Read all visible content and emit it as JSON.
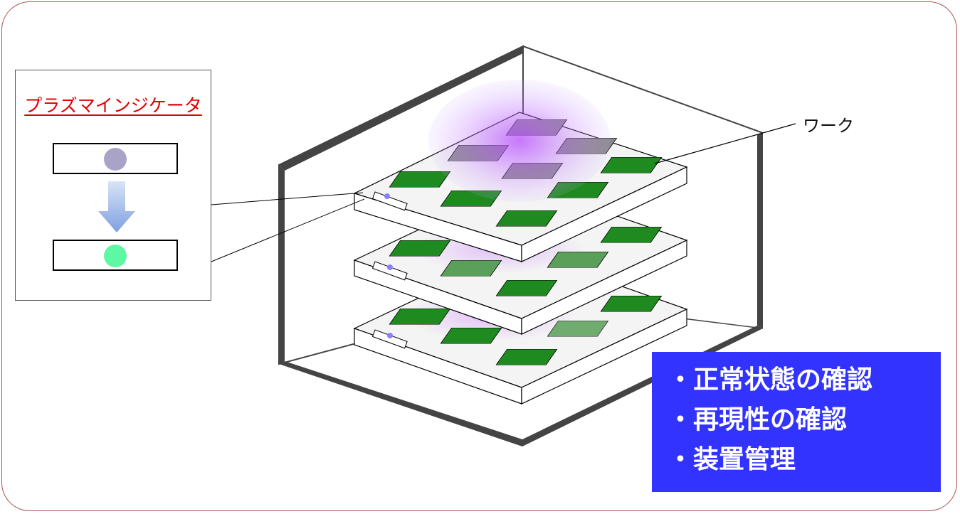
{
  "indicator": {
    "title": "プラズマインジケータ",
    "before_color": "#a9a3c8",
    "after_color": "#5ef7a4",
    "arrow_color": "#9ab4e6"
  },
  "diagram": {
    "work_label": "ワーク",
    "chamber_color": "#444444",
    "board_color": "#1f8a1f",
    "plasma_color": "#c060ff"
  },
  "notes": {
    "items": [
      "・正常状態の確認",
      "・再現性の確認",
      "・装置管理"
    ],
    "background": "#3333ff"
  }
}
